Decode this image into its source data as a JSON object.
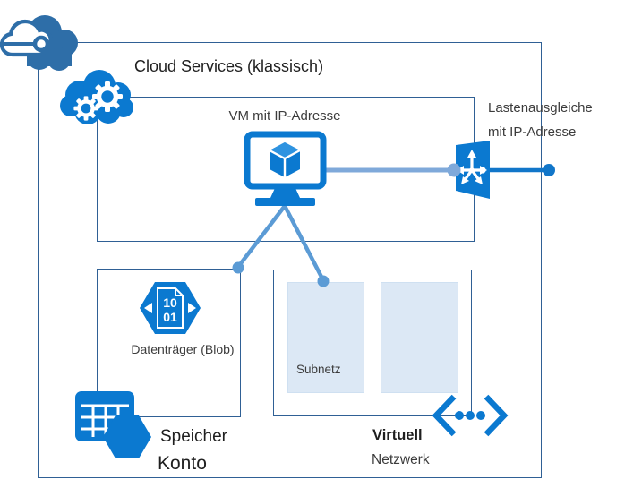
{
  "colors": {
    "accent": "#0b79d0",
    "steel": "#2f6095",
    "cloud-dark": "#2e6ea8",
    "conn-light": "#7fa9da",
    "conn-mid": "#5b9bd5",
    "line-dark": "#1176c9",
    "subnet-fill": "#dce8f5",
    "text-dark": "#1f1f1f",
    "text-mid": "#3c3c3c"
  },
  "labels": {
    "title": "Cloud Services (klassisch)",
    "vm": "VM mit IP-Adresse",
    "load_balancer_line1": "Lastenausgleiche",
    "load_balancer_line2": "mit IP-Adresse",
    "blob": "Datenträger (Blob)",
    "subnet": "Subnetz",
    "storage_line1": "Speicher",
    "storage_line2": "Konto",
    "vnet_line1": "Virtuell",
    "vnet_line2": "Netzwerk",
    "blob_binary_line1": "10",
    "blob_binary_line2": "01"
  },
  "icons": {
    "azure_cloud": "cloud with connection node",
    "cloud_services": "cloud with two gears",
    "virtual_machine": "monitor with 3d cube",
    "load_balancer": "tilted panel with spread arrows",
    "page_blob": "hexagon with binary page",
    "storage_table": "blue table grid",
    "storage_hexagon": "solid hexagon",
    "virtual_network": "chevrons with three dots"
  }
}
